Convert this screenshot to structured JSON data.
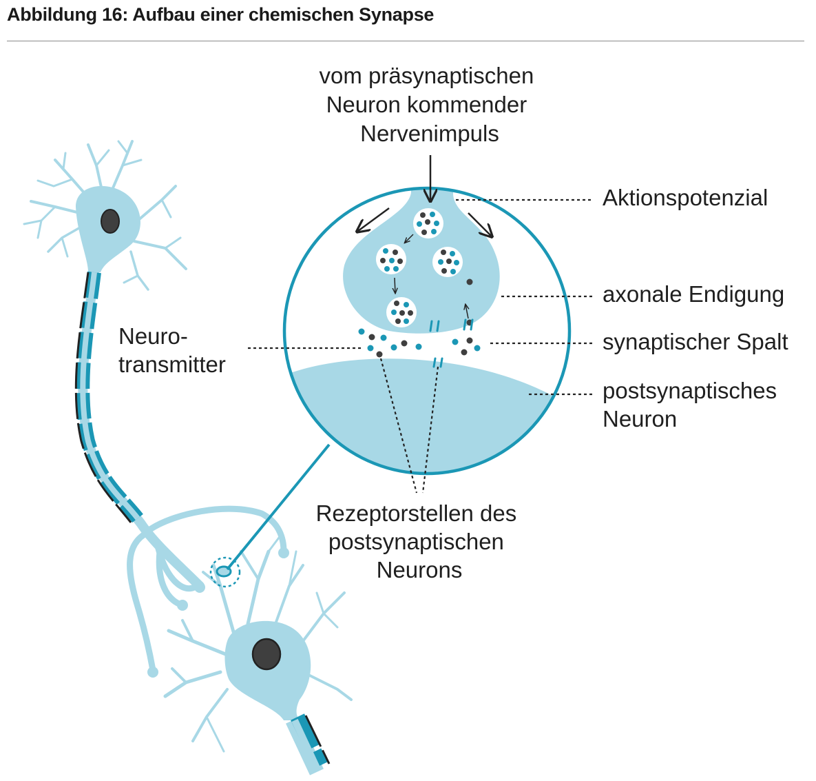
{
  "title": "Abbildung 16: Aufbau einer chemischen Synapse",
  "labels": {
    "impulse": [
      "vom präsynaptischen",
      "Neuron kommender",
      "Nervenimpuls"
    ],
    "aktionspotenzial": "Aktionspotenzial",
    "endigung": "axonale Endigung",
    "spalt": "synaptischer Spalt",
    "postsyn": [
      "postsynaptisches",
      "Neuron"
    ],
    "neurotransmitter": [
      "Neuro-",
      "transmitter"
    ],
    "rezeptor": [
      "Rezeptorstellen des",
      "postsynaptischen",
      "Neurons"
    ]
  },
  "colors": {
    "cell": "#a8d8e6",
    "accent": "#1b97b5",
    "dark": "#3f3f3f",
    "line": "#222222"
  }
}
